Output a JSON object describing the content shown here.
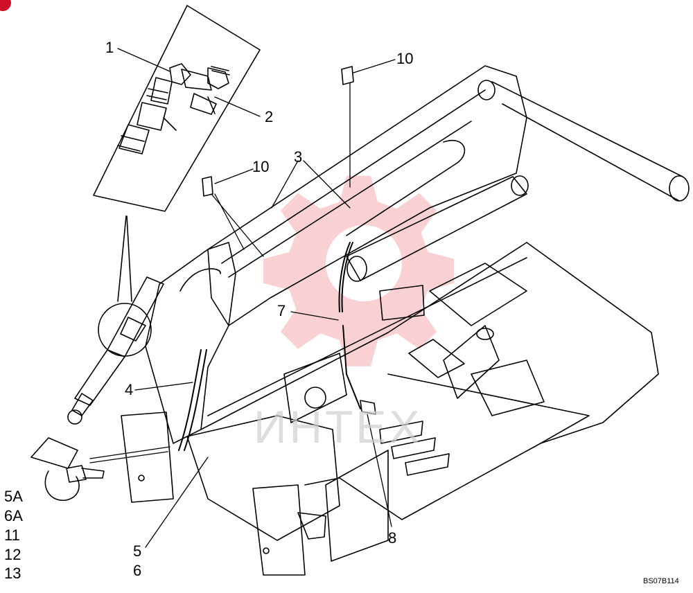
{
  "diagram": {
    "callouts": {
      "c1": "1",
      "c2": "2",
      "c3": "3",
      "c4": "4",
      "c5": "5",
      "c6": "6",
      "c7": "7",
      "c8": "8",
      "c10a": "10",
      "c10b": "10",
      "c5a": "5A",
      "c6a": "6A",
      "c11": "11",
      "c12": "12",
      "c13": "13"
    },
    "reference_code": "BS07B114"
  },
  "watermark": {
    "text": "ИНТЕХ",
    "color": "#e8333c"
  },
  "badge_color": "#d0102b"
}
